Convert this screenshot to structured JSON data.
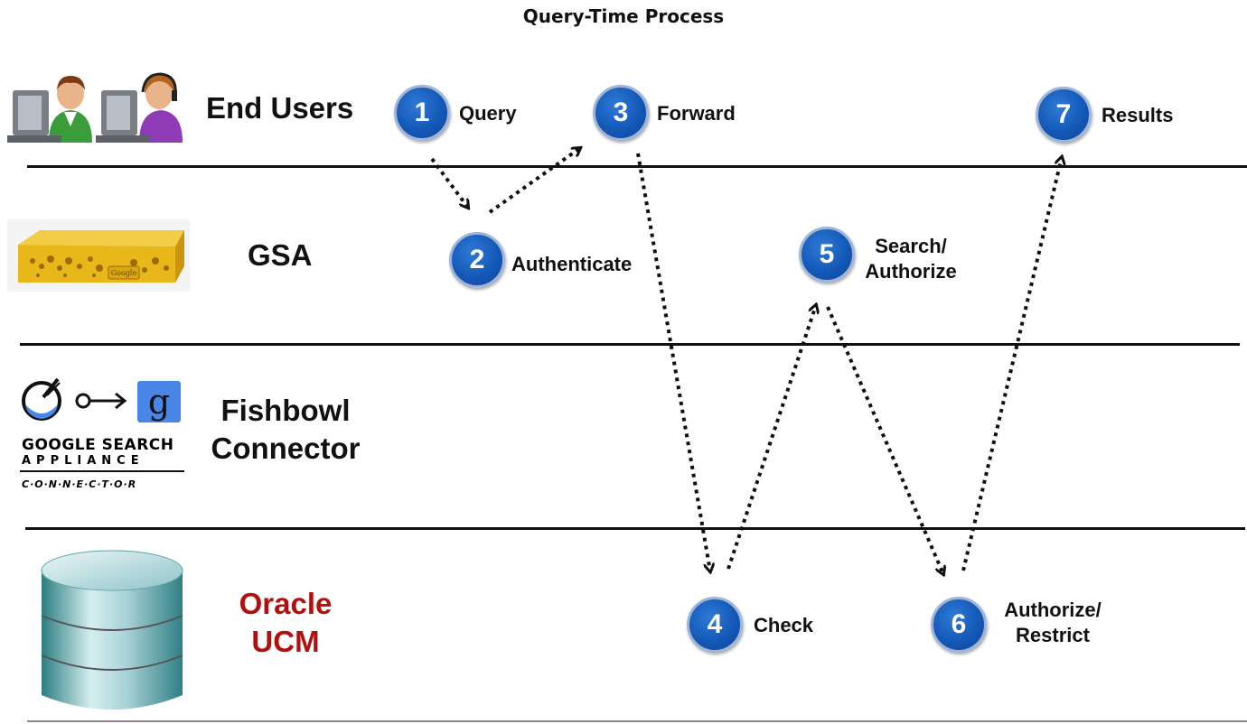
{
  "title": "Query-Time Process",
  "lanes": {
    "end_users": "End Users",
    "gsa": "GSA",
    "connector_line1": "Fishbowl",
    "connector_line2": "Connector",
    "ucm_line1": "Oracle",
    "ucm_line2": "UCM"
  },
  "steps": [
    {
      "num": "1",
      "label": "Query"
    },
    {
      "num": "2",
      "label": "Authenticate"
    },
    {
      "num": "3",
      "label": "Forward"
    },
    {
      "num": "4",
      "label": "Check"
    },
    {
      "num": "5",
      "label_line1": "Search/",
      "label_line2": "Authorize"
    },
    {
      "num": "6",
      "label_line1": "Authorize/",
      "label_line2": "Restrict"
    },
    {
      "num": "7",
      "label": "Results"
    }
  ],
  "logos": {
    "gsa_device_text": "Google",
    "connector_logo_line1": "GOOGLE SEARCH",
    "connector_logo_line2": "APPLIANCE",
    "connector_logo_line3": "C·O·N·N·E·C·T·O·R",
    "connector_g": "g"
  },
  "colors": {
    "step_circle": "#1459b8",
    "oracle_red": "#b20f0f",
    "appliance_yellow": "#e8b81a"
  },
  "icons": [
    "user-at-computer-icon",
    "support-agent-at-computer-icon",
    "search-appliance-device-icon",
    "fishbowl-icon",
    "google-g-icon",
    "database-icon"
  ]
}
